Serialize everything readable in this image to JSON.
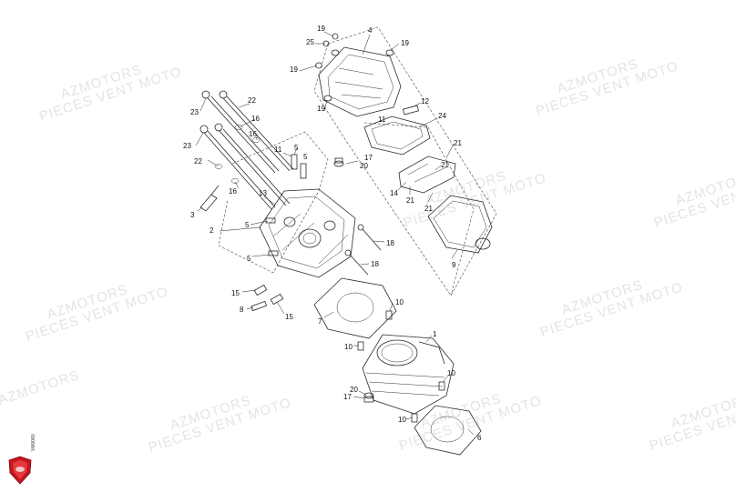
{
  "watermark": {
    "line1": "AZMOTORS",
    "line2": "PIECES VENT MOTO"
  },
  "drawing_code": "VM0080",
  "callouts": [
    {
      "id": "c19a",
      "text": "19"
    },
    {
      "id": "c25",
      "text": "25"
    },
    {
      "id": "c4",
      "text": "4"
    },
    {
      "id": "c19b",
      "text": "19"
    },
    {
      "id": "c19c",
      "text": "19"
    },
    {
      "id": "c19d",
      "text": "19"
    },
    {
      "id": "c12",
      "text": "12"
    },
    {
      "id": "c11a",
      "text": "11"
    },
    {
      "id": "c24",
      "text": "24"
    },
    {
      "id": "c22a",
      "text": "22"
    },
    {
      "id": "c23a",
      "text": "23"
    },
    {
      "id": "c16a",
      "text": "16"
    },
    {
      "id": "c16b",
      "text": "16"
    },
    {
      "id": "c11b",
      "text": "11"
    },
    {
      "id": "c5a",
      "text": "5"
    },
    {
      "id": "c5b",
      "text": "5"
    },
    {
      "id": "c23b",
      "text": "23"
    },
    {
      "id": "c22b",
      "text": "22"
    },
    {
      "id": "c21a",
      "text": "21"
    },
    {
      "id": "c17a",
      "text": "17"
    },
    {
      "id": "c20a",
      "text": "20"
    },
    {
      "id": "c21b",
      "text": "21"
    },
    {
      "id": "c16c",
      "text": "16"
    },
    {
      "id": "c14",
      "text": "14"
    },
    {
      "id": "c21c",
      "text": "21"
    },
    {
      "id": "c21d",
      "text": "21"
    },
    {
      "id": "c13",
      "text": "13"
    },
    {
      "id": "c3",
      "text": "3"
    },
    {
      "id": "c5c",
      "text": "5"
    },
    {
      "id": "c2",
      "text": "2"
    },
    {
      "id": "c5d",
      "text": "5"
    },
    {
      "id": "c18a",
      "text": "18"
    },
    {
      "id": "c9",
      "text": "9"
    },
    {
      "id": "c18b",
      "text": "18"
    },
    {
      "id": "c15a",
      "text": "15"
    },
    {
      "id": "c8",
      "text": "8"
    },
    {
      "id": "c15b",
      "text": "15"
    },
    {
      "id": "c10a",
      "text": "10"
    },
    {
      "id": "c7",
      "text": "7"
    },
    {
      "id": "c1",
      "text": "1"
    },
    {
      "id": "c10b",
      "text": "10"
    },
    {
      "id": "c10c",
      "text": "10"
    },
    {
      "id": "c20b",
      "text": "20"
    },
    {
      "id": "c17b",
      "text": "17"
    },
    {
      "id": "c10d",
      "text": "10"
    },
    {
      "id": "c6",
      "text": "6"
    }
  ]
}
